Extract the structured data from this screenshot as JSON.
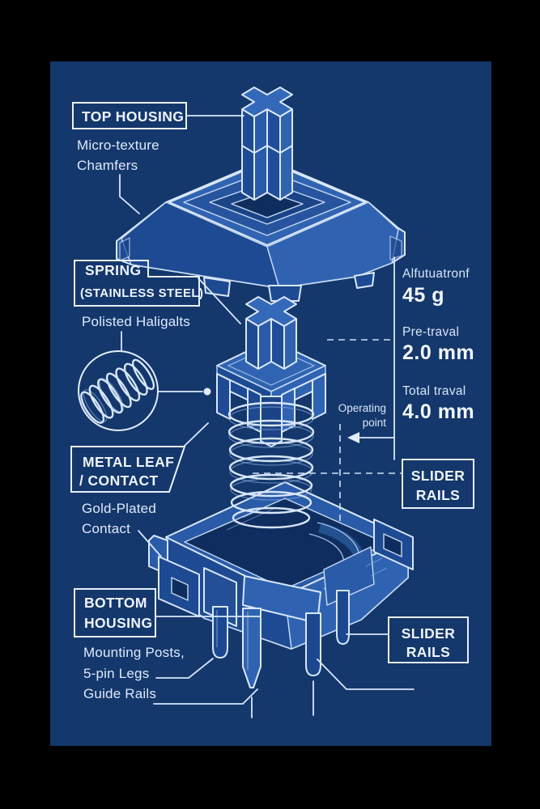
{
  "colors": {
    "frame": "#000000",
    "blueprint_bg": "#14376c",
    "line": "#d9e7f9",
    "text": "#eef4fd",
    "part_mid": "#2a5ba8",
    "part_dark": "#1d4a92",
    "part_light": "#3064b3",
    "recess": "#0f2e5f"
  },
  "labels": {
    "top_housing": {
      "title": "TOP HOUSING",
      "note_line1": "Micro-texture",
      "note_line2": "Chamfers"
    },
    "spring": {
      "title_line1": "SPRING",
      "title_line2": "(STAINLESS STEEL)",
      "note": "Polisted Haligalts"
    },
    "metal_leaf": {
      "title_line1": "METAL LEAF",
      "title_line2": "/ CONTACT",
      "note_line1": "Gold-Plated",
      "note_line2": "Contact"
    },
    "bottom_housing": {
      "title_line1": "BOTTOM",
      "title_line2": "HOUSING",
      "note_line1": "Mounting Posts,",
      "note_line2": "5-pin Legs",
      "note_line3": "Guide Rails"
    },
    "slider_rails_upper": {
      "line1": "SLIDER",
      "line2": "RAILS"
    },
    "slider_rails_lower": {
      "line1": "SLIDER",
      "line2": "RAILS"
    },
    "operating_point": {
      "line1": "Operating",
      "line2": "point"
    }
  },
  "specs": [
    {
      "label": "Alfutuatronf",
      "value": "45 g"
    },
    {
      "label": "Pre-traval",
      "value": "2.0 mm"
    },
    {
      "label": "Total traval",
      "value": "4.0 mm"
    }
  ]
}
